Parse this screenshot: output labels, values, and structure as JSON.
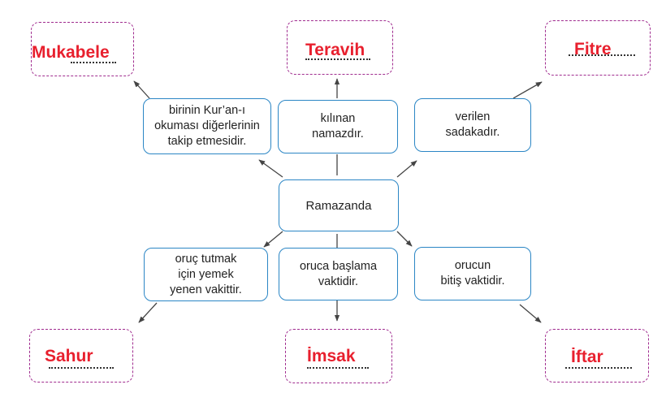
{
  "colors": {
    "box_border": "#2b86c5",
    "dashed_border": "#a02c8f",
    "answer_text": "#e8202e",
    "arrow": "#444444"
  },
  "center": {
    "text": "Ramazanda"
  },
  "descriptions": {
    "top_left": "birinin Kur’an-ı\nokuması diğerlerinin\ntakip etmesidir.",
    "top_middle": "kılınan\nnamazdır.",
    "top_right": "verilen\nsadakadır.",
    "bottom_left": "oruç tutmak\niçin yemek\nyenen vakittir.",
    "bottom_middle": "oruca başlama\nvaktidir.",
    "bottom_right": "orucun\nbitiş vaktidir."
  },
  "answers": {
    "top_left": "Mukabele",
    "top_middle": "Teravih",
    "top_right": "Fitre",
    "bottom_left": "Sahur",
    "bottom_middle": "İmsak",
    "bottom_right": "İftar"
  }
}
